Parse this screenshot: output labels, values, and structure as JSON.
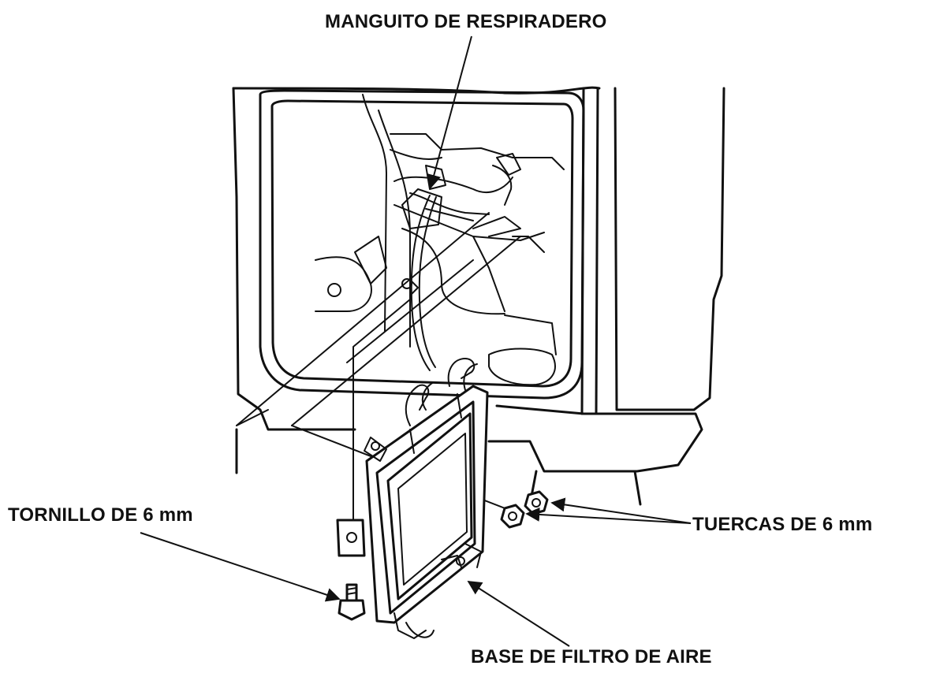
{
  "labels": {
    "breather_tube": "MANGUITO DE RESPIRADERO",
    "bolt": "TORNILLO DE 6 mm",
    "nuts": "TUERCAS DE 6 mm",
    "air_filter_base": "BASE DE FILTRO DE AIRE"
  },
  "colors": {
    "ink": "#111111",
    "background": "#ffffff"
  }
}
